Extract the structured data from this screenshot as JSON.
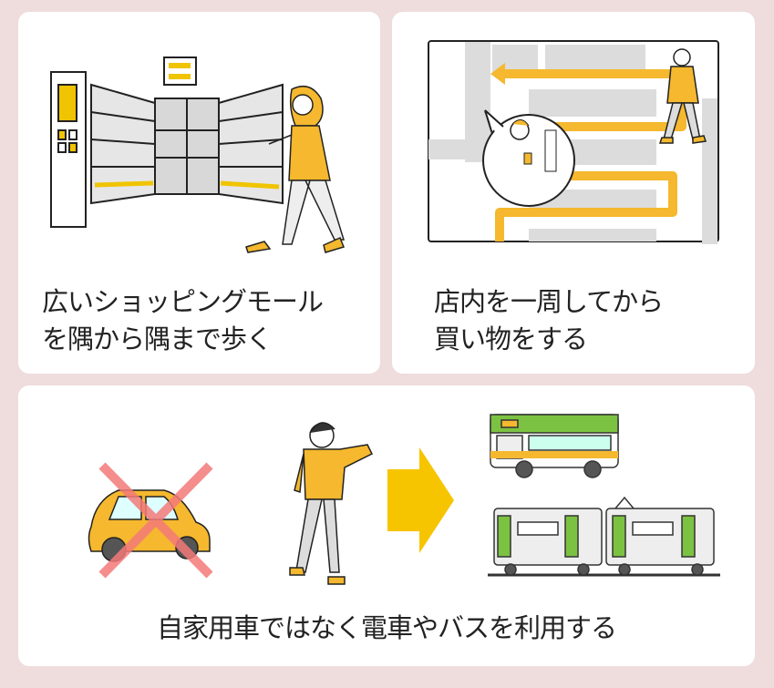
{
  "panels": [
    {
      "caption_line1": "広いショッピングモール",
      "caption_line2": "を隅から隅まで歩く",
      "illustration": "shopping-mall-walking-woman"
    },
    {
      "caption_line1": "店内を一周してから",
      "caption_line2": "買い物をする",
      "illustration": "store-route-map"
    },
    {
      "caption": "自家用車ではなく電車やバスを利用する",
      "illustration": "car-crossed-walk-to-train-bus"
    }
  ],
  "colors": {
    "background": "#efdcdc",
    "card": "#ffffff",
    "accent": "#f5b82e",
    "cross": "#f47a7a",
    "bus_green": "#7cc242"
  }
}
